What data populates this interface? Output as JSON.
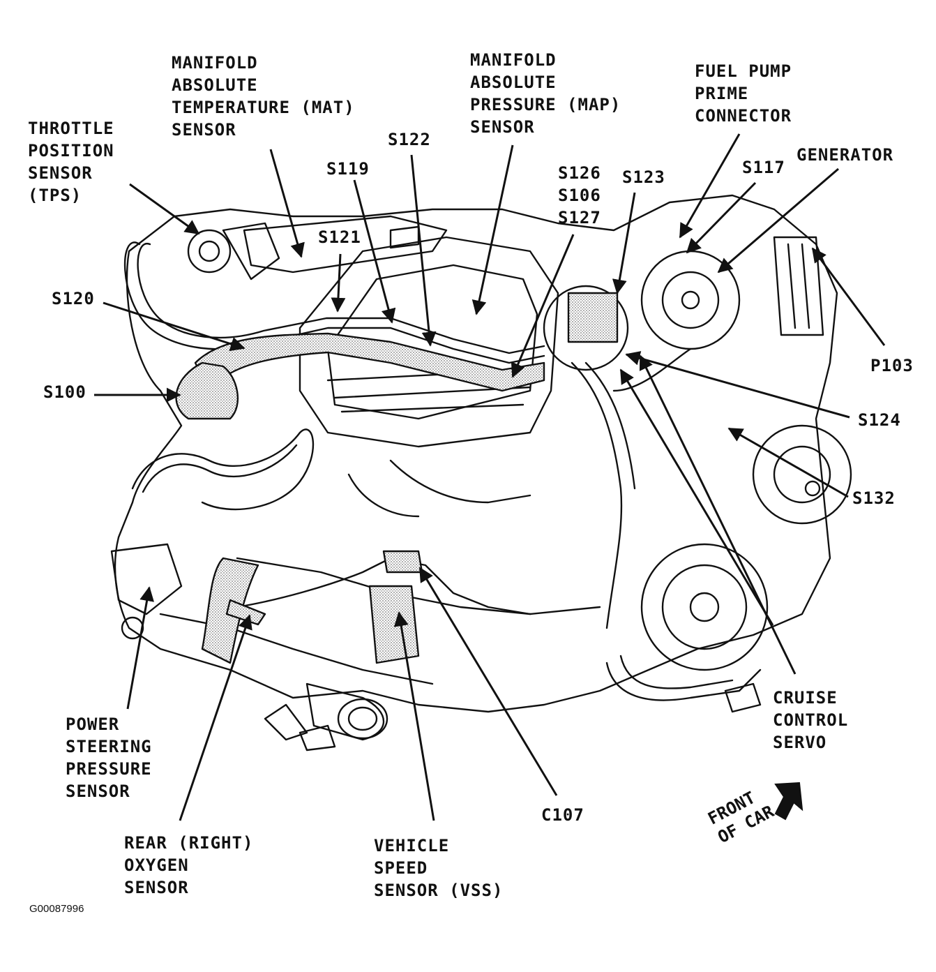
{
  "diagram": {
    "labels": {
      "tps": [
        "THROTTLE",
        "POSITION",
        "SENSOR",
        "(TPS)"
      ],
      "mat": [
        "MANIFOLD",
        "ABSOLUTE",
        "TEMPERATURE (MAT)",
        "SENSOR"
      ],
      "s122": [
        "S122"
      ],
      "map": [
        "MANIFOLD",
        "ABSOLUTE",
        "PRESSURE (MAP)",
        "SENSOR"
      ],
      "fuel_pump": [
        "FUEL PUMP",
        "PRIME",
        "CONNECTOR"
      ],
      "generator": [
        "GENERATOR"
      ],
      "s119": [
        "S119"
      ],
      "s126_group": [
        "S126",
        "S106",
        "S127"
      ],
      "s123": [
        "S123"
      ],
      "s117": [
        "S117"
      ],
      "s121": [
        "S121"
      ],
      "s120": [
        "S120"
      ],
      "s100": [
        "S100"
      ],
      "p103": [
        "P103"
      ],
      "s124": [
        "S124"
      ],
      "s132": [
        "S132"
      ],
      "cruise": [
        "CRUISE",
        "CONTROL",
        "SERVO"
      ],
      "power_steering": [
        "POWER",
        "STEERING",
        "PRESSURE",
        "SENSOR"
      ],
      "c107": [
        "C107"
      ],
      "oxygen": [
        "REAR (RIGHT)",
        "OXYGEN",
        "SENSOR"
      ],
      "vss": [
        "VEHICLE",
        "SPEED",
        "SENSOR (VSS)"
      ]
    },
    "front_of_car": [
      "FRONT",
      "OF CAR"
    ],
    "drawing_id": "G00087996",
    "colors": {
      "ink": "#111111",
      "shading": "#bdbdbd",
      "paper": "#ffffff"
    }
  }
}
